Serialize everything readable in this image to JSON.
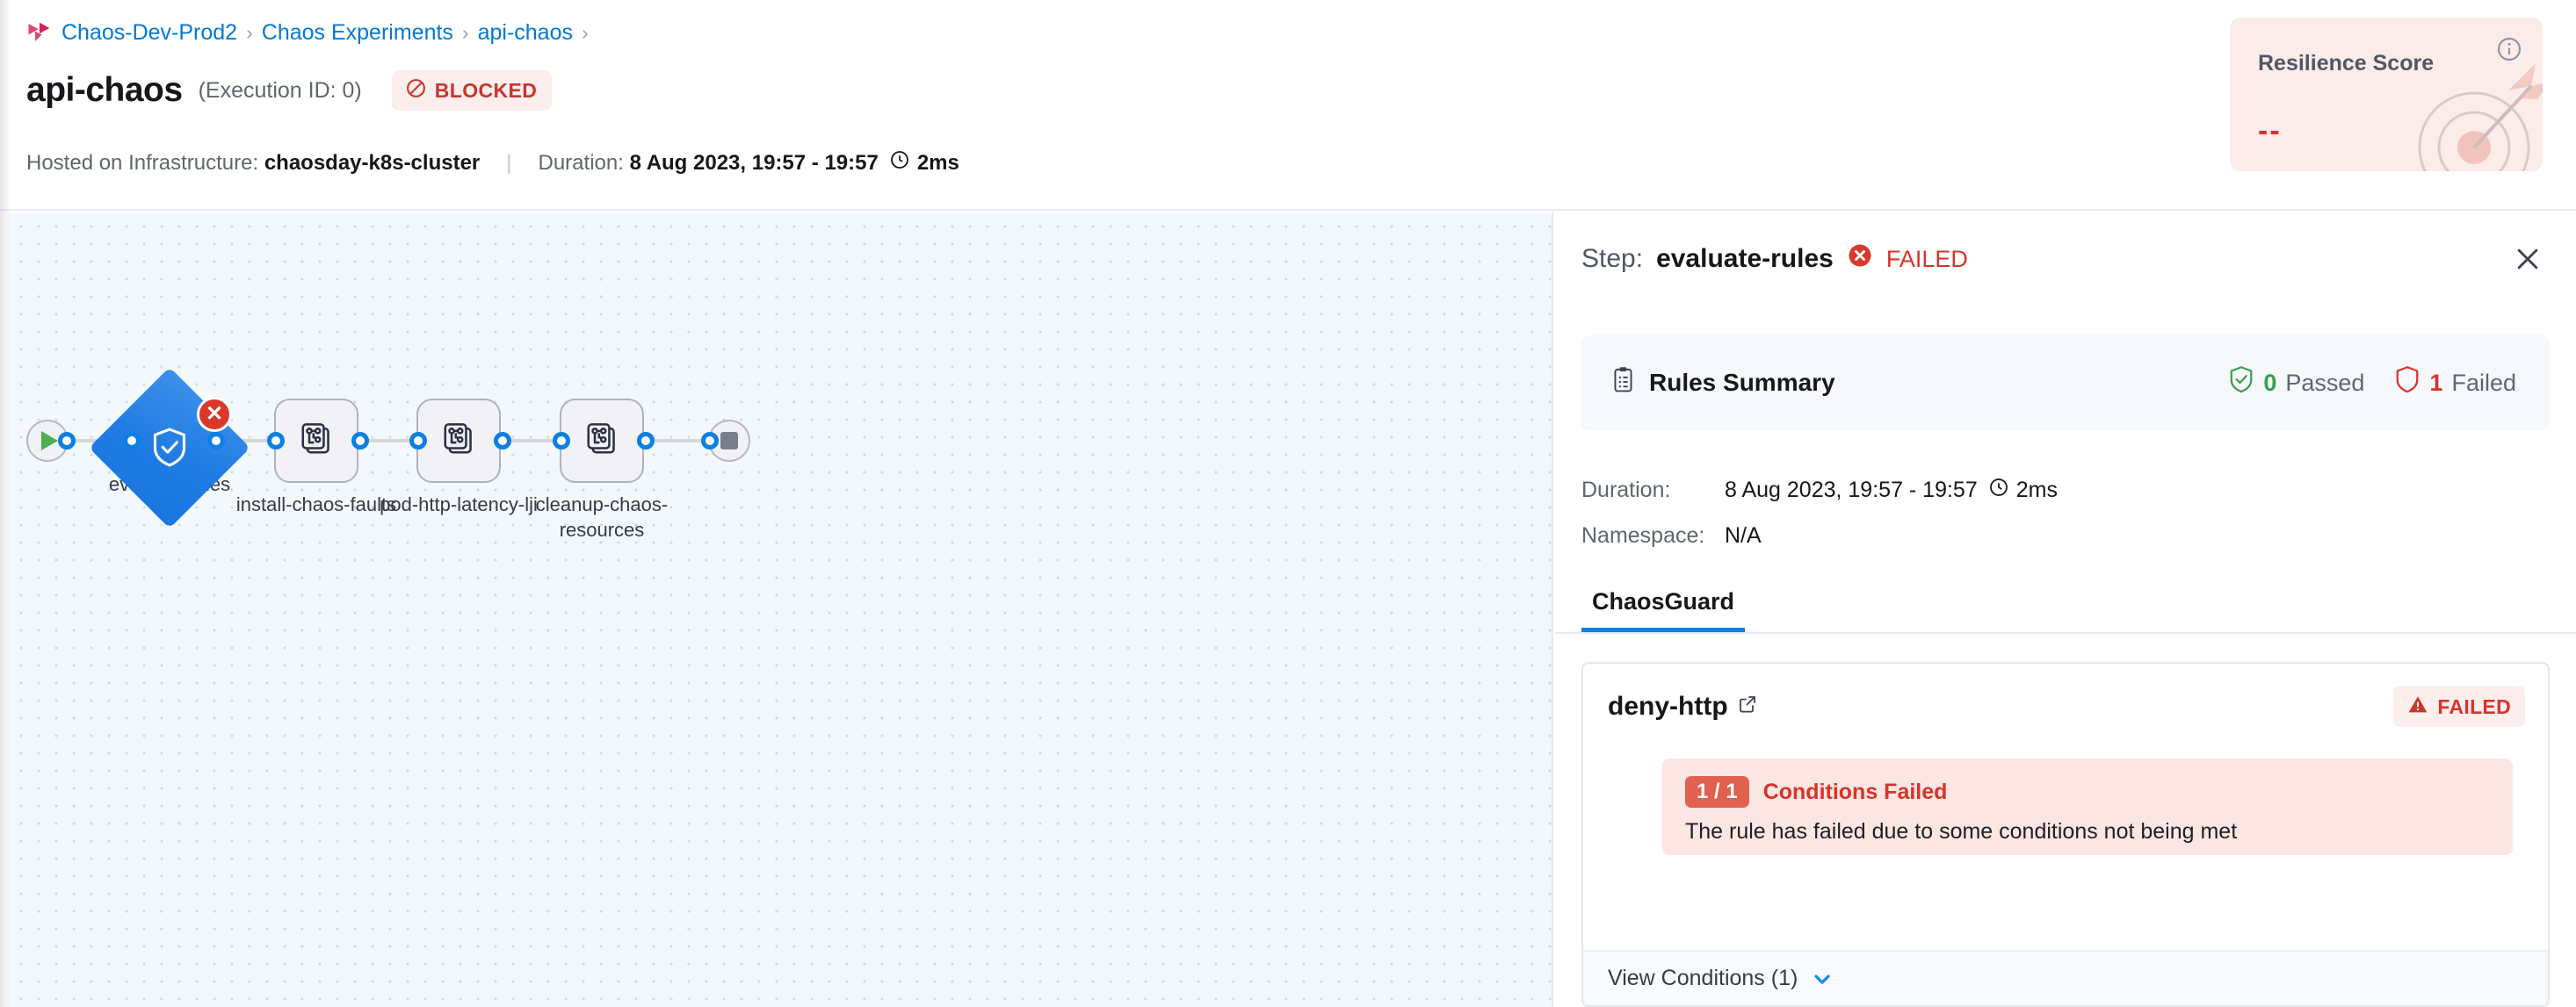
{
  "breadcrumb": {
    "logo_icon": "harness-logo-icon",
    "items": [
      "Chaos-Dev-Prod2",
      "Chaos Experiments",
      "api-chaos"
    ],
    "separator": "›",
    "trailing_separator": "›"
  },
  "header": {
    "title": "api-chaos",
    "execution_id": "(Execution ID: 0)",
    "status_badge": {
      "label": "BLOCKED",
      "icon": "blocked-icon",
      "color": "#c7362f",
      "bg": "#fbeeed"
    },
    "meta": {
      "infra_label": "Hosted on Infrastructure:",
      "infra_value": "chaosday-k8s-cluster",
      "divider": "|",
      "duration_label": "Duration:",
      "duration_range": "8 Aug 2023, 19:57 - 19:57",
      "clock_icon": "clock-icon",
      "duration_value": "2ms"
    }
  },
  "resilience_card": {
    "title": "Resilience Score",
    "value": "--",
    "info_icon": "info-icon",
    "art_icon": "target-dart-icon",
    "bg": "#fbecea",
    "value_color": "#d7342b"
  },
  "canvas": {
    "start_node": {
      "name": "start-node",
      "icon": "play-icon"
    },
    "end_node": {
      "name": "end-node",
      "icon": "stop-icon"
    },
    "nodes": [
      {
        "id": "evaluate-rules",
        "label": "evaluate-rules",
        "shape": "diamond",
        "icon": "shield-check-icon",
        "status": "failed",
        "status_icon": "error-x-icon",
        "color": "#1f7ce4"
      },
      {
        "id": "install-chaos-faults",
        "label": "install-chaos-faults",
        "shape": "rounded-square",
        "icon": "chaos-fault-icon"
      },
      {
        "id": "pod-http-latency-lji",
        "label": "pod-http-latency-lji",
        "shape": "rounded-square",
        "icon": "chaos-fault-icon"
      },
      {
        "id": "cleanup-chaos-resources",
        "label": "cleanup-chaos-resources",
        "shape": "rounded-square",
        "icon": "chaos-fault-icon"
      }
    ]
  },
  "panel": {
    "title_prefix": "Step:",
    "step_name": "evaluate-rules",
    "status": "FAILED",
    "status_icon": "error-x-icon",
    "close_icon": "close-icon",
    "rules_summary": {
      "icon": "clipboard-icon",
      "title": "Rules Summary",
      "passed": {
        "icon": "shield-check-icon",
        "count": "0",
        "label": "Passed",
        "color": "#38a14c"
      },
      "failed": {
        "icon": "shield-outline-icon",
        "count": "1",
        "label": "Failed",
        "color": "#d7342b"
      }
    },
    "details": [
      {
        "key": "Duration:",
        "value": "8 Aug 2023, 19:57 - 19:57",
        "icon": "clock-icon",
        "suffix": "2ms"
      },
      {
        "key": "Namespace:",
        "value": "N/A"
      }
    ],
    "tabs": [
      {
        "label": "ChaosGuard",
        "active": true
      }
    ],
    "rule": {
      "name": "deny-http",
      "link_icon": "external-link-icon",
      "badge": {
        "label": "FAILED",
        "icon": "warning-triangle-icon",
        "color": "#d7342b",
        "bg": "#fbeeed"
      },
      "condition": {
        "pill": "1 / 1",
        "label": "Conditions Failed",
        "description": "The rule has failed due to some conditions not being met"
      },
      "footer": {
        "label": "View Conditions (1)",
        "chevron_icon": "chevron-down-icon"
      }
    }
  }
}
